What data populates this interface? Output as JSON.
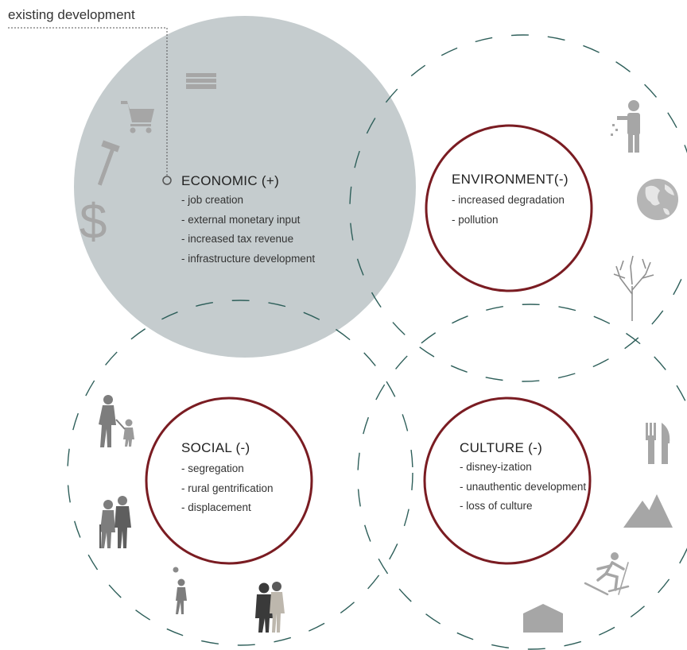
{
  "annotation": {
    "text": "existing development"
  },
  "colors": {
    "economic_fill": "#c5ccce",
    "ring_stroke": "#7a1c22",
    "dash_stroke": "#2e5f5a",
    "icon_gray": "#a6a6a6"
  },
  "sections": [
    {
      "key": "economic",
      "title": "ECONOMIC (+)",
      "items": [
        "- job creation",
        "- external monetary input",
        "- increased tax revenue",
        "- infrastructure development"
      ]
    },
    {
      "key": "environment",
      "title": "ENVIRONMENT(-)",
      "items": [
        "- increased degradation",
        "- pollution"
      ]
    },
    {
      "key": "social",
      "title": "SOCIAL (-)",
      "items": [
        "- segregation",
        "- rural gentrification",
        "- displacement"
      ]
    },
    {
      "key": "culture",
      "title": "CULTURE (-)",
      "items": [
        "- disney-ization",
        "- unauthentic development",
        "- loss of culture"
      ]
    }
  ],
  "icons": {
    "economic": [
      "money-bills-icon",
      "shopping-cart-icon",
      "hammer-icon",
      "dollar-sign-icon"
    ],
    "dollar_glyph": "$",
    "environment": [
      "person-littering-icon",
      "globe-icon",
      "bare-tree-icon"
    ],
    "social": [
      "mother-child-walking-icon",
      "elderly-couple-icon",
      "child-playing-ball-icon",
      "couple-walking-icon"
    ],
    "culture": [
      "fork-knife-icon",
      "mountains-icon",
      "skier-icon",
      "cabin-icon"
    ]
  }
}
